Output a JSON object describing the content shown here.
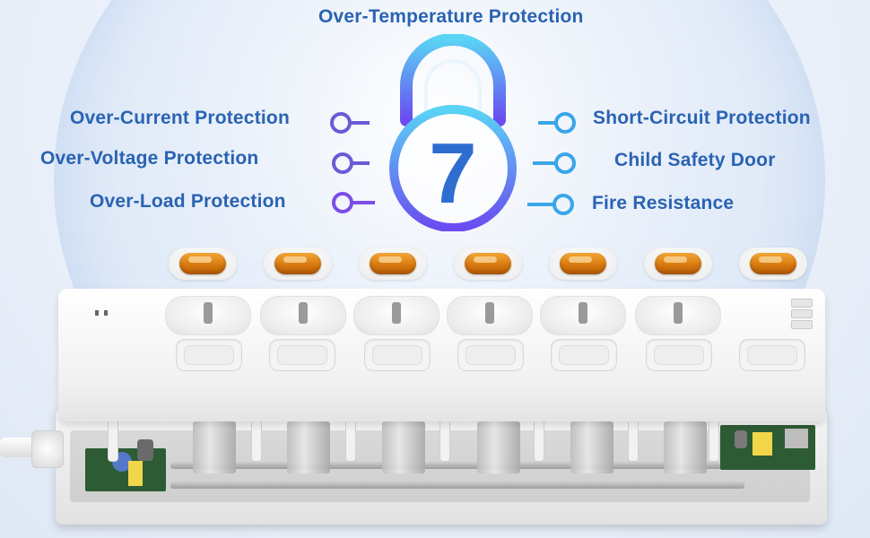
{
  "header": {
    "top_feature": "Over-Temperature Protection"
  },
  "lock": {
    "number": "7",
    "gradient_start": "#5ad3f5",
    "gradient_end": "#6a4cf0"
  },
  "features_left": [
    {
      "label": "Over-Current Protection",
      "color": "#6b5bd6"
    },
    {
      "label": "Over-Voltage Protection",
      "color": "#6b5bd6"
    },
    {
      "label": "Over-Load Protection",
      "color": "#7c4de8"
    }
  ],
  "features_right": [
    {
      "label": "Short-Circuit Protection",
      "color": "#3aa6e8"
    },
    {
      "label": "Child Safety Door",
      "color": "#3aa6e8"
    },
    {
      "label": "Fire Resistance",
      "color": "#3aa6e8"
    }
  ],
  "product": {
    "outlet_count": 7,
    "rocker_color": "#e08a1a",
    "usb_port_count": 3
  }
}
